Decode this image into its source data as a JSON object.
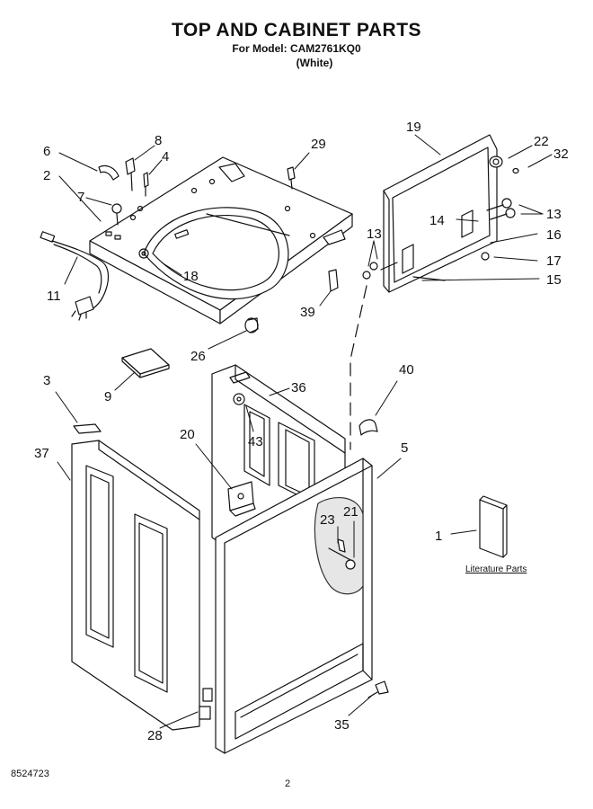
{
  "header": {
    "title": "TOP AND CABINET PARTS",
    "model_line": "For Model: CAM2761KQ0",
    "variant": "(White)"
  },
  "callouts": {
    "c1": "1",
    "c2": "2",
    "c3": "3",
    "c4": "4",
    "c5": "5",
    "c6": "6",
    "c7": "7",
    "c8": "8",
    "c9": "9",
    "c11": "11",
    "c13a": "13",
    "c13b": "13",
    "c14": "14",
    "c15": "15",
    "c16": "16",
    "c17": "17",
    "c18": "18",
    "c19": "19",
    "c20": "20",
    "c21": "21",
    "c22": "22",
    "c23": "23",
    "c26": "26",
    "c28": "28",
    "c29": "29",
    "c32": "32",
    "c35": "35",
    "c36": "36",
    "c37": "37",
    "c39": "39",
    "c40": "40",
    "c43": "43"
  },
  "literature_label": "Literature Parts",
  "footer": {
    "doc_number": "8524723",
    "page_number": "2"
  }
}
